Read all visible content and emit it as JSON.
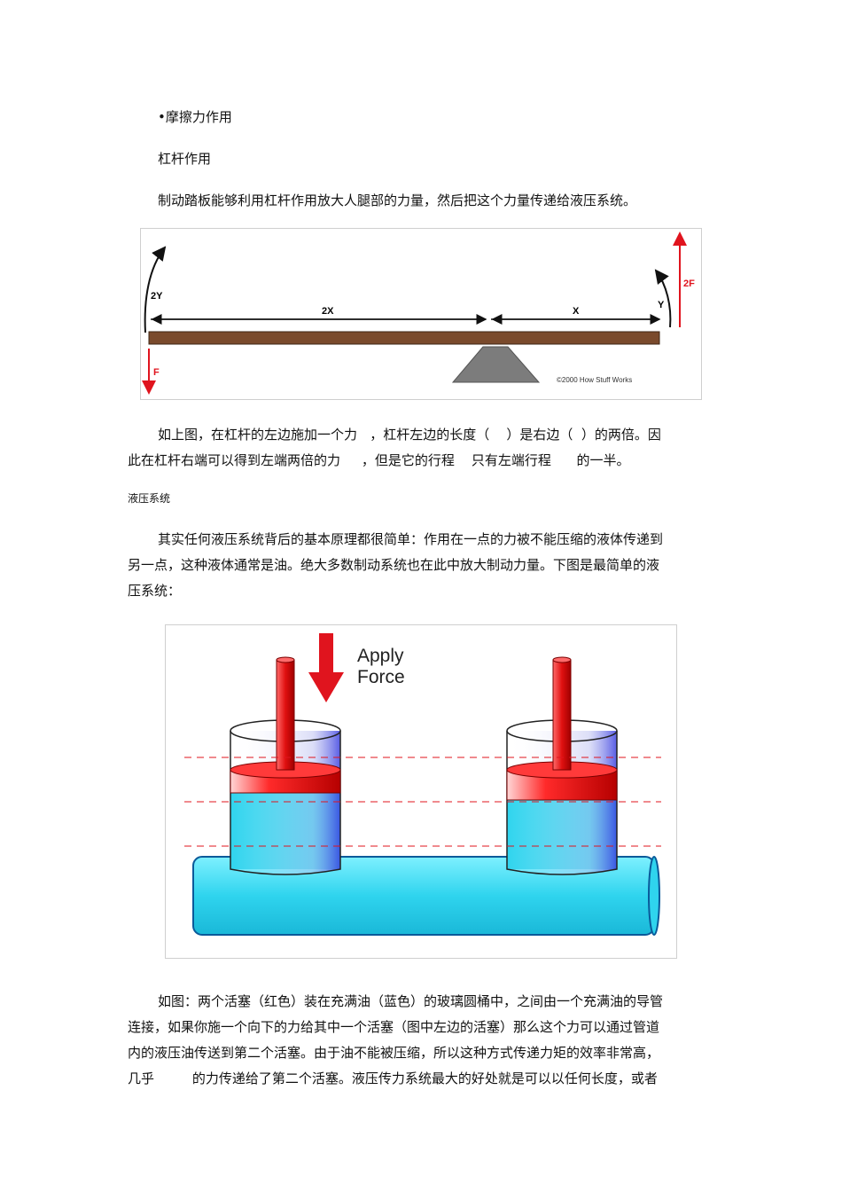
{
  "text": {
    "bullet_friction": "•摩擦力作用",
    "lever_title": "杠杆作用",
    "lever_intro": "制动踏板能够利用杠杆作用放大人腿部的力量，然后把这个力量传递给液压系统。",
    "lever_desc_1": "如上图，在杠杆的左边施加一个力   ，杠杆左边的长度（    ）是右边（  ）的两倍。因",
    "lever_desc_2": "此在杠杆右端可以得到左端两倍的力     ，但是它的行程    只有左端行程      的一半。",
    "hydraulic_title": "液压系统",
    "hydraulic_intro_1": "其实任何液压系统背后的基本原理都很简单：作用在一点的力被不能压缩的液体传递到",
    "hydraulic_intro_2": "另一点，这种液体通常是油。绝大多数制动系统也在此中放大制动力量。下图是最简单的液",
    "hydraulic_intro_3": "压系统：",
    "hydraulic_desc_1": "如图：两个活塞（红色）装在充满油（蓝色）的玻璃圆桶中，之间由一个充满油的导管",
    "hydraulic_desc_2": "连接，如果你施一个向下的力给其中一个活塞（图中左边的活塞）那么这个力可以通过管道",
    "hydraulic_desc_3": "内的液压油传送到第二个活塞。由于油不能被压缩，所以这种方式传递力矩的效率非常高，",
    "hydraulic_desc_4": "几乎         的力传递给了第二个活塞。液压传力系统最大的好处就是可以以任何长度，或者"
  },
  "lever_figure": {
    "label_2y": "2Y",
    "label_2x": "2X",
    "label_x": "X",
    "label_y": "Y",
    "label_2f": "2F",
    "label_f": "F",
    "copyright": "©2000 How Stuff Works"
  },
  "hydraulic_figure": {
    "apply_label_1": "Apply",
    "apply_label_2": "Force"
  },
  "colors": {
    "arrow_red": "#e0141e",
    "oil_blue": "#33d6ee",
    "lever_brown": "#7a4a2c"
  }
}
